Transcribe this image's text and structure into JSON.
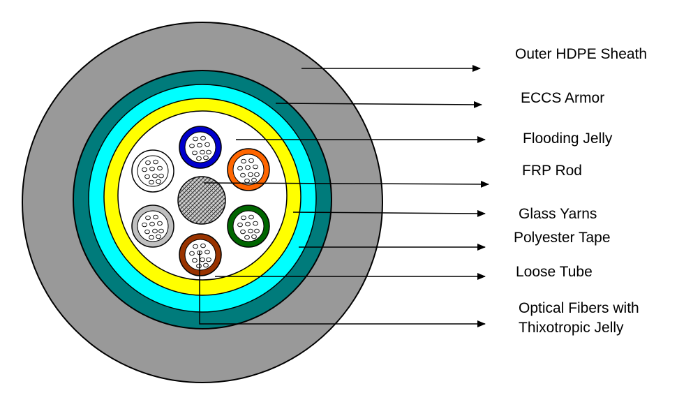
{
  "colors": {
    "outer_sheath": "#999999",
    "armor": "#007b7b",
    "polyester_tape": "#00ffff",
    "glass_yarns": "#ffff00",
    "core_fill": "#ffffff",
    "tube_blue": "#0000cc",
    "tube_orange": "#ff6600",
    "tube_green": "#006600",
    "tube_brown": "#993300",
    "tube_grey": "#c0c0c0",
    "tube_white": "#ffffff",
    "frp_rod": "#bbbbbb",
    "outline": "#000000"
  },
  "labels": [
    {
      "id": "outer-hdpe-sheath",
      "lines": [
        "Outer HDPE Sheath"
      ]
    },
    {
      "id": "eccs-armor",
      "lines": [
        "ECCS Armor"
      ]
    },
    {
      "id": "flooding-jelly",
      "lines": [
        "Flooding Jelly"
      ]
    },
    {
      "id": "frp-rod",
      "lines": [
        "FRP Rod"
      ]
    },
    {
      "id": "glass-yarns",
      "lines": [
        "Glass Yarns"
      ]
    },
    {
      "id": "polyester-tape",
      "lines": [
        "Polyester Tape"
      ]
    },
    {
      "id": "loose-tube",
      "lines": [
        "Loose Tube"
      ]
    },
    {
      "id": "optical-fibers",
      "lines": [
        "Optical Fibers with",
        "Thixotropic Jelly"
      ]
    }
  ]
}
